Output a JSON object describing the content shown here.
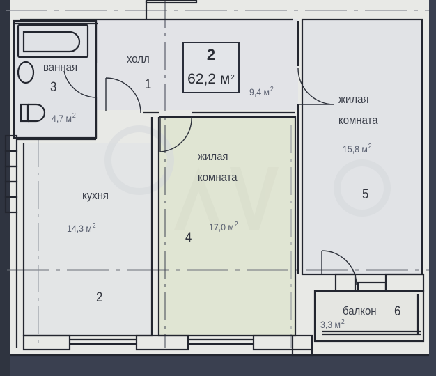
{
  "plan": {
    "title": "2-room apartment floor plan",
    "total": {
      "rooms": "2",
      "area": "62,2 м",
      "area_sup": "2"
    },
    "rooms": [
      {
        "id": 1,
        "number": "1",
        "name": "холл",
        "area": "9,4 м",
        "sup": "2"
      },
      {
        "id": 2,
        "number": "2",
        "name": "кухня",
        "area": "14,3 м",
        "sup": "2"
      },
      {
        "id": 3,
        "number": "3",
        "name": "ванная",
        "area": "4,7 м",
        "sup": "2"
      },
      {
        "id": 4,
        "number": "4",
        "name_line1": "жилая",
        "name_line2": "комната",
        "area": "17,0 м",
        "sup": "2"
      },
      {
        "id": 5,
        "number": "5",
        "name_line1": "жилая",
        "name_line2": "комната",
        "area": "15,8 м",
        "sup": "2"
      },
      {
        "id": 6,
        "number": "6",
        "name": "балкон",
        "area": "3,3 м",
        "sup": "2"
      }
    ],
    "colors": {
      "background_frame": "#3a4050",
      "paper": "#e6e7e4",
      "room_fill": "#dfe1e5",
      "room4_fill": "#e1e5d6",
      "wall": "#23262f",
      "text": "#3b3f4a"
    },
    "watermark": "Avito"
  }
}
